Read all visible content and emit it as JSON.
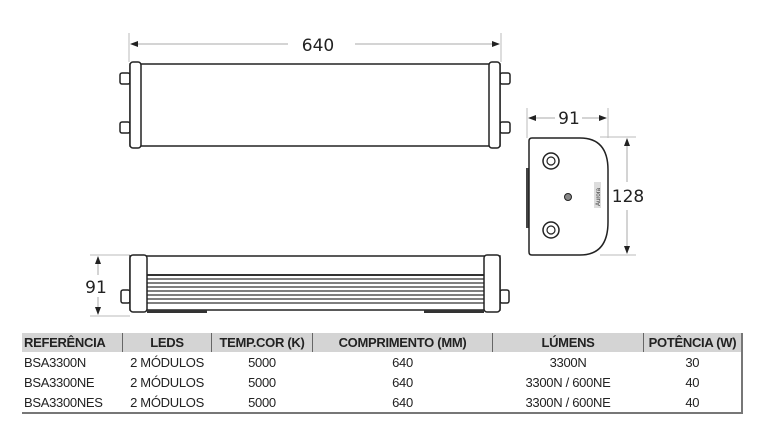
{
  "drawing": {
    "top_view_length": "640",
    "side_view_width": "91",
    "side_view_height": "128",
    "front_view_height": "91",
    "logo_text": "Aurora"
  },
  "table": {
    "headers": [
      "REFERÊNCIA",
      "LEDS",
      "TEMP.COR (K)",
      "COMPRIMENTO (MM)",
      "LÚMENS",
      "POTÊNCIA (W)"
    ],
    "rows": [
      [
        "BSA3300N",
        "2 MÓDULOS",
        "5000",
        "640",
        "3300N",
        "30"
      ],
      [
        "BSA3300NE",
        "2 MÓDULOS",
        "5000",
        "640",
        "3300N / 600NE",
        "40"
      ],
      [
        "BSA3300NES",
        "2 MÓDULOS",
        "5000",
        "640",
        "3300N / 600NE",
        "40"
      ]
    ]
  }
}
